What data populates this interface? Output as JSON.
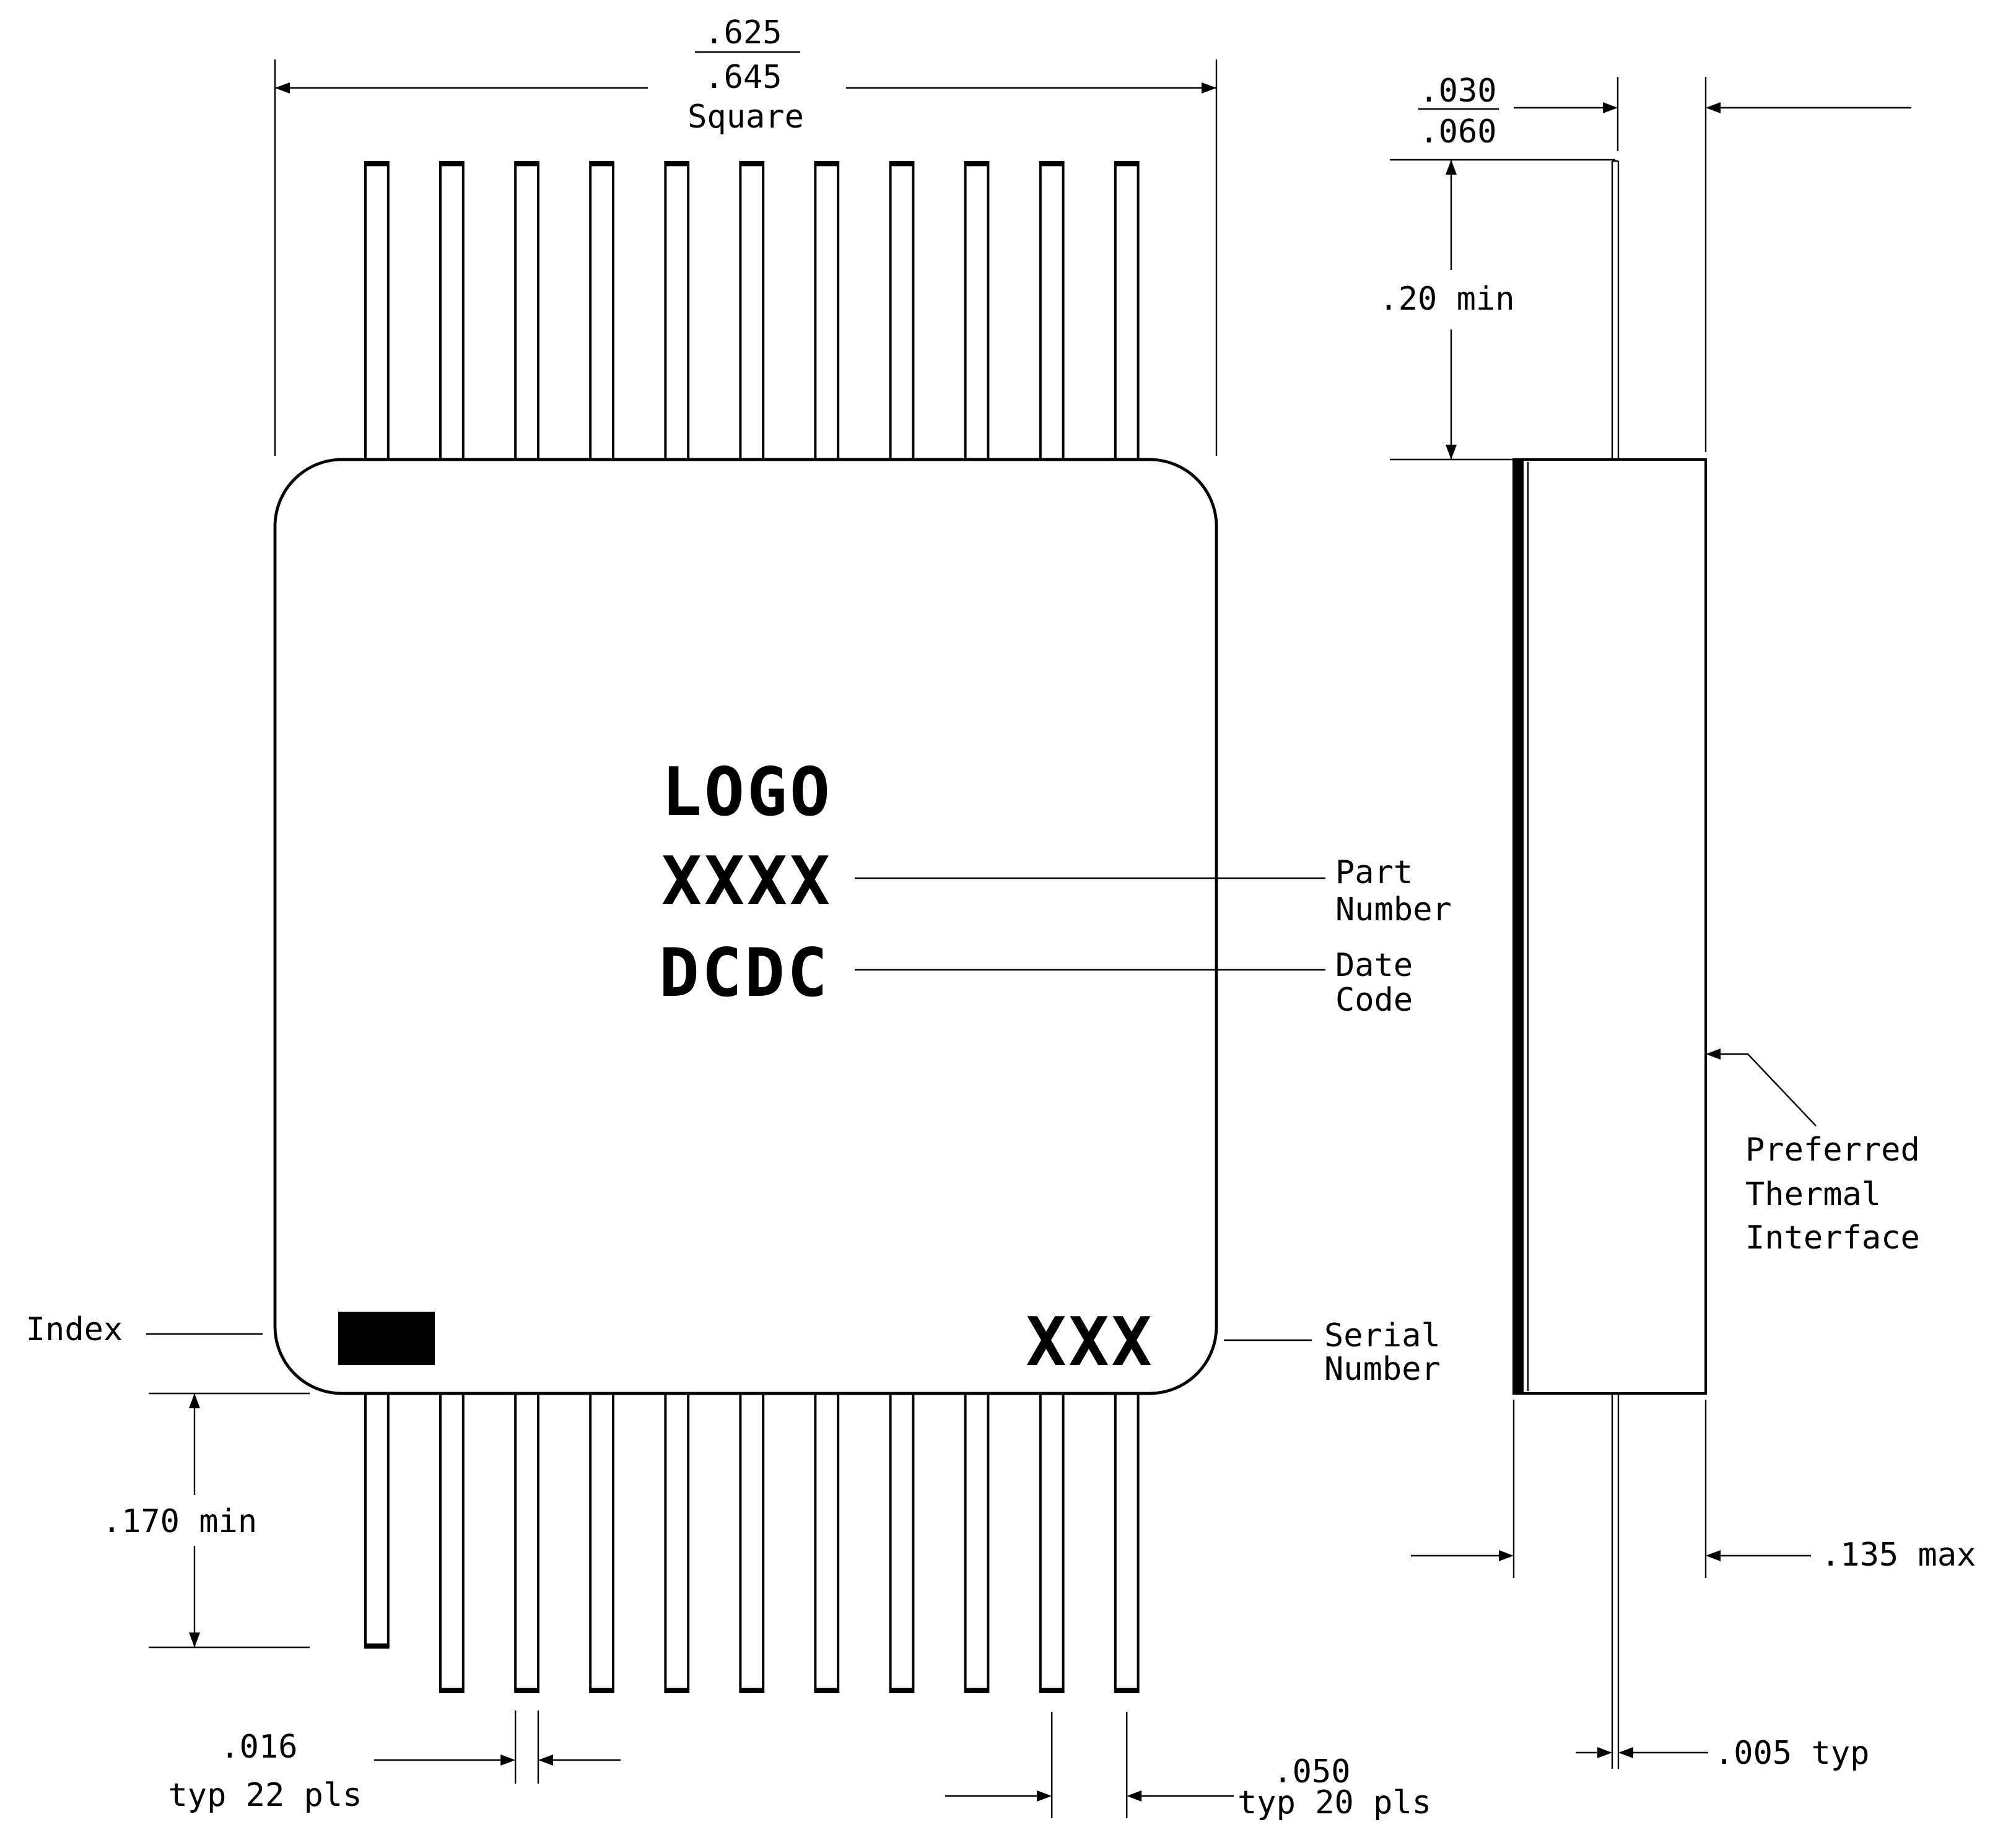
{
  "drawing": {
    "top_view": {
      "width_dim": {
        "max_label": ".625",
        "min_label": ".645",
        "shape_note": "Square"
      },
      "logo_marking": "LOGO",
      "part_number_marking": "XXXX",
      "date_code_marking": "DCDC",
      "serial_marking": "XXX",
      "index_label": "Index",
      "part_number_label": {
        "line1": "Part",
        "line2": "Number"
      },
      "date_code_label": {
        "line1": "Date",
        "line2": "Code"
      },
      "serial_number_label": {
        "line1": "Serial",
        "line2": "Number"
      },
      "lead_length_dim": ".170 min",
      "lead_width_dim": {
        "value": ".016",
        "note": "typ 22 pls"
      },
      "lead_pitch_dim": {
        "value": ".050",
        "note": "typ 20 pls"
      },
      "lead_count_per_side": 11
    },
    "side_view": {
      "lead_setback_dim": {
        "max_label": ".030",
        "min_label": ".060"
      },
      "lead_extension_dim": ".20 min",
      "thermal_label": {
        "line1": "Preferred",
        "line2": "Thermal",
        "line3": "Interface"
      },
      "thickness_dim": ".135 max",
      "lead_thickness_dim": ".005 typ"
    },
    "colors": {
      "ink": "#000000",
      "paper": "#ffffff"
    }
  }
}
